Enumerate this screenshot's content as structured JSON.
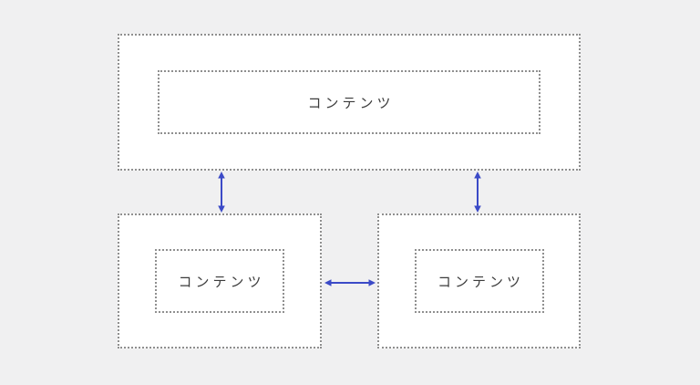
{
  "boxes": {
    "top": {
      "label": "コンテンツ"
    },
    "bottom_left": {
      "label": "コンテンツ"
    },
    "bottom_right": {
      "label": "コンテンツ"
    }
  },
  "colors": {
    "page_background": "#f0f0f1",
    "box_background": "#ffffff",
    "dotted_border": "#8f8f8f",
    "arrow": "#3b4ac7",
    "label_text": "#3b3b3b"
  }
}
